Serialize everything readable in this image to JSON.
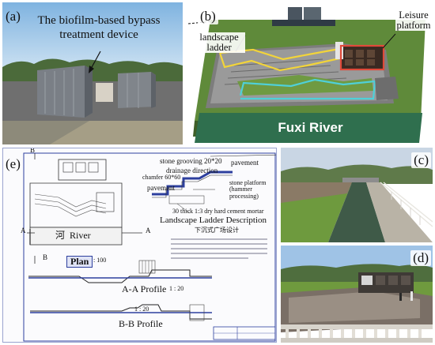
{
  "panels": {
    "a": {
      "label": "(a)",
      "caption": "The biofilm-based bypass treatment device"
    },
    "b": {
      "label": "(b)",
      "landscape_ladder": "landscape ladder",
      "leisure_platform": "Leisure platform",
      "river": "Fuxi River"
    },
    "c": {
      "label": "(c)"
    },
    "d": {
      "label": "(d)"
    },
    "e": {
      "label": "(e)",
      "stone_grooving": "stone grooving 20*20",
      "drainage": "drainage direction",
      "pavement_top": "pavement",
      "chamfer": "chamfer 60*60",
      "pavement_left": "pavement",
      "stone_platform": "stone platform (hammer processing)",
      "mortar": "30 thick 1:3 dry hard cement mortar",
      "ladder_desc": "Landscape Ladder Description",
      "chinese_sub": "下沉式广场设计",
      "river_cn": "河",
      "river_en": "River",
      "plan": "Plan",
      "plan_scale": ": 100",
      "aa_profile": "A-A Profile",
      "aa_scale": "1 : 20",
      "bb_profile": "B-B Profile",
      "bb_scale": "1 : 20",
      "mark_a1": "A",
      "mark_a2": "A",
      "mark_b1": "B",
      "mark_b2": "B"
    }
  },
  "colors": {
    "grass": "#5f8a3a",
    "river": "#2f6f4e",
    "concrete": "#8f8f8f",
    "yellow": "#f2d43a",
    "cyan": "#4fd0d8",
    "red": "#e04a3a",
    "drawing": "#2d3f9e"
  }
}
